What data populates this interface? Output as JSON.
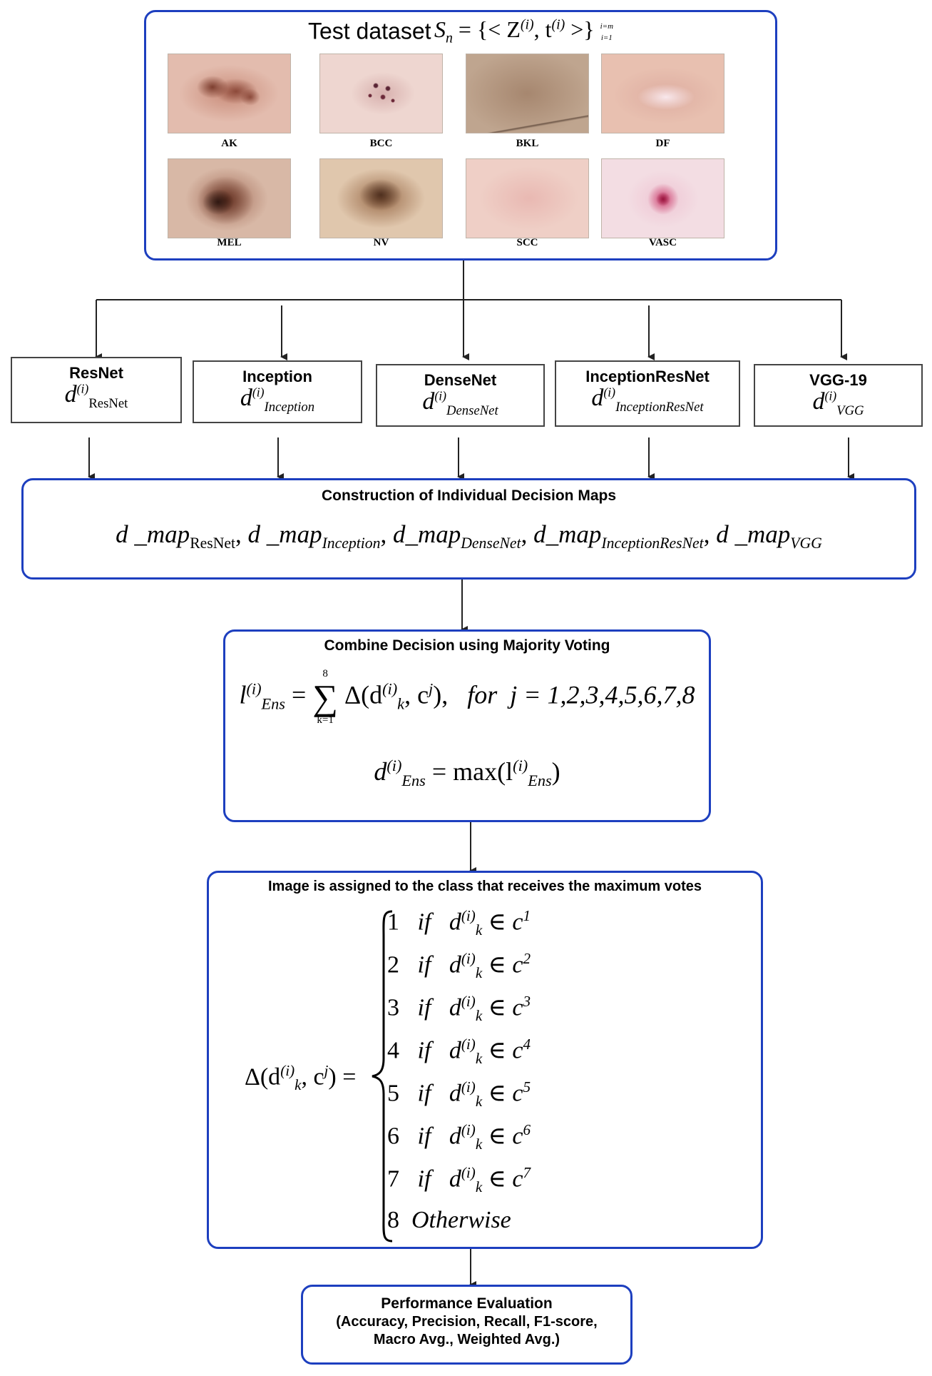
{
  "dataset": {
    "title": "Test dataset",
    "set_symbol": "S",
    "set_sub": "n",
    "set_body": "= {< Z",
    "set_sup_i": "(i)",
    "set_t": ", t",
    "set_close": ">}",
    "set_limit_top": "i=m",
    "set_limit_bottom": "i=1",
    "images": [
      {
        "label": "AK",
        "icon": "lesion-ak"
      },
      {
        "label": "BCC",
        "icon": "lesion-bcc"
      },
      {
        "label": "BKL",
        "icon": "lesion-bkl"
      },
      {
        "label": "DF",
        "icon": "lesion-df"
      },
      {
        "label": "MEL",
        "icon": "lesion-mel"
      },
      {
        "label": "NV",
        "icon": "lesion-nv"
      },
      {
        "label": "SCC",
        "icon": "lesion-scc"
      },
      {
        "label": "VASC",
        "icon": "lesion-vasc"
      }
    ]
  },
  "models": [
    {
      "name": "ResNet",
      "var": "d",
      "sup": "(i)",
      "sub": "ResNet"
    },
    {
      "name": "Inception",
      "var": "d",
      "sup": "(i)",
      "sub": "Inception"
    },
    {
      "name": "DenseNet",
      "var": "d",
      "sup": "(i)",
      "sub": "DenseNet"
    },
    {
      "name": "InceptionResNet",
      "var": "d",
      "sup": "(i)",
      "sub": "InceptionResNet"
    },
    {
      "name": "VGG-19",
      "var": "d",
      "sup": "(i)",
      "sub": "VGG"
    }
  ],
  "decision_maps": {
    "title": "Construction of Individual Decision Maps",
    "maps": [
      {
        "prefix": "d _map",
        "sub": "ResNet"
      },
      {
        "prefix": "d _map",
        "sub": "Inception"
      },
      {
        "prefix": "d_map",
        "sub": "DenseNet"
      },
      {
        "prefix": "d_map",
        "sub": "InceptionResNet"
      },
      {
        "prefix": "d _map",
        "sub": "VGG"
      }
    ]
  },
  "majority": {
    "title": "Combine Decision using Majority Voting",
    "l": "l",
    "l_sub": "Ens",
    "sup": "(i)",
    "sum_top": "8",
    "sum_bottom": "k=1",
    "delta": "Δ(d",
    "k": "k",
    "c_j": ", c",
    "j": "j",
    "close": "),",
    "for": "for",
    "j_values": "j = 1,2,3,4,5,6,7,8",
    "d_ens": "d",
    "max_text": "= max(l",
    "max_close": ")"
  },
  "assignment": {
    "title": "Image is assigned to the class that receives the maximum votes",
    "lhs_delta": "Δ(d",
    "lhs_c": ", c",
    "lhs_j": "j",
    "lhs_close": ") =",
    "cases": [
      {
        "num": "1",
        "word": "if",
        "c_sup": "1"
      },
      {
        "num": "2",
        "word": "if",
        "c_sup": "2"
      },
      {
        "num": "3",
        "word": "if",
        "c_sup": "3"
      },
      {
        "num": "4",
        "word": "if",
        "c_sup": "4"
      },
      {
        "num": "5",
        "word": "if",
        "c_sup": "5"
      },
      {
        "num": "6",
        "word": "if",
        "c_sup": "6"
      },
      {
        "num": "7",
        "word": "if",
        "c_sup": "7"
      }
    ],
    "otherwise_num": "8",
    "otherwise_word": "Otherwise"
  },
  "evaluation": {
    "title": "Performance Evaluation",
    "line1": "(Accuracy, Precision, Recall, F1-score,",
    "line2": "Macro Avg., Weighted Avg.)"
  },
  "colors": {
    "box_border": "#1d3fbf",
    "arrow": "#222222"
  }
}
